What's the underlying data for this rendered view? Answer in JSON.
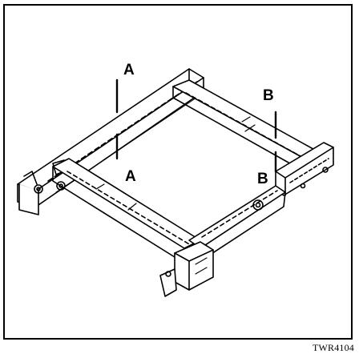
{
  "figure": {
    "code": "TWR4104",
    "section_labels": {
      "a_top": "A",
      "a_bottom": "A",
      "b_top": "B",
      "b_bottom": "B"
    }
  },
  "colors": {
    "line": "#000000",
    "background": "#ffffff"
  }
}
